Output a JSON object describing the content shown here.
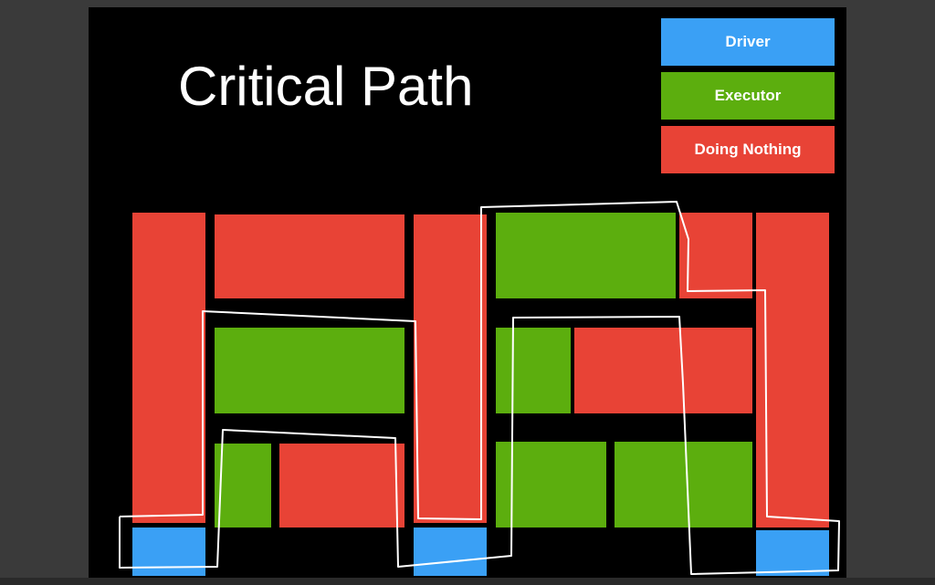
{
  "title": "Critical Path",
  "legend": [
    {
      "label": "Driver",
      "color": "#3aa0f5"
    },
    {
      "label": "Executor",
      "color": "#5cae0e"
    },
    {
      "label": "Doing Nothing",
      "color": "#e84336"
    }
  ],
  "colors": {
    "driver": "#3aa0f5",
    "executor": "#5cae0e",
    "idle": "#e84336",
    "path": "#ffffff",
    "background": "#000000"
  }
}
